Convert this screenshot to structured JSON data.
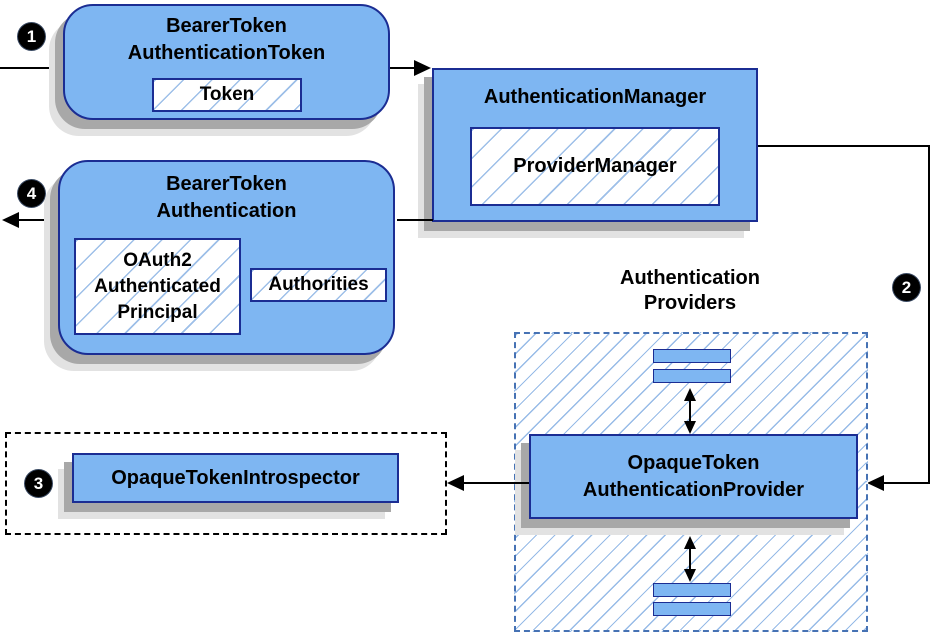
{
  "badges": {
    "step1": "1",
    "step2": "2",
    "step3": "3",
    "step4": "4"
  },
  "nodes": {
    "bearer_token_authentication_token": {
      "title": "BearerToken\nAuthenticationToken",
      "token_label": "Token"
    },
    "authentication_manager": {
      "title": "AuthenticationManager",
      "provider_manager_label": "ProviderManager"
    },
    "bearer_token_authentication": {
      "title": "BearerToken\nAuthentication",
      "principal_label": "OAuth2\nAuthenticated\nPrincipal",
      "authorities_label": "Authorities"
    },
    "authentication_providers": {
      "label": "Authentication\nProviders"
    },
    "opaque_token_authentication_provider": {
      "title": "OpaqueToken\nAuthenticationProvider"
    },
    "opaque_token_introspector": {
      "title": "OpaqueTokenIntrospector"
    }
  },
  "colors": {
    "node_fill": "#7eb6f2",
    "node_border": "#1b2d93",
    "hatch_line": "#7daae1",
    "region_border": "#4672b4",
    "shadow_dark": "#a8a8a8",
    "shadow_light": "#e2e2e2",
    "arrow": "#000000",
    "badge_bg": "#000000",
    "badge_text": "#ffffff"
  }
}
